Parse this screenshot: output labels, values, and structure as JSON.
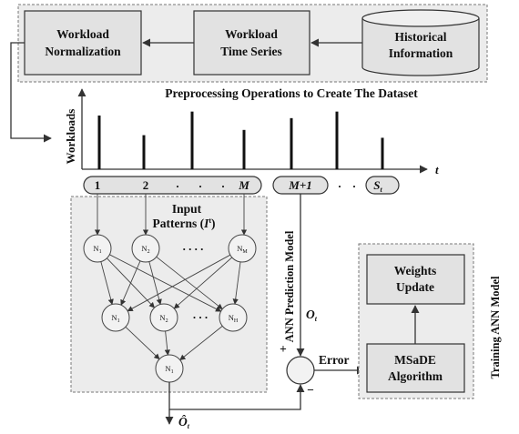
{
  "boxes": {
    "normalization": [
      "Workload",
      "Normalization"
    ],
    "time_series": [
      "Workload",
      "Time Series"
    ],
    "historical": [
      "Historical",
      "Information"
    ],
    "weights": [
      "Weights",
      "Update"
    ],
    "msade": [
      "MSaDE",
      "Algorithm"
    ]
  },
  "title": "Preprocessing Operations to Create The Dataset",
  "axis": {
    "y_label": "Workloads",
    "x_label": "t"
  },
  "bars": [
    0.82,
    0.52,
    0.88,
    0.6,
    0.78,
    0.82,
    0.88,
    0.48
  ],
  "sequence_left": [
    "1",
    "2",
    ".",
    ".",
    ".",
    "M"
  ],
  "sequence_right": [
    "M+1",
    ".",
    ".",
    "S",
    "t"
  ],
  "input_patterns": [
    "Input",
    "Patterns (",
    "I",
    "t",
    ")"
  ],
  "input_nodes": [
    {
      "base": "N",
      "sub": "1"
    },
    {
      "base": "N",
      "sub": "2"
    },
    {
      "base": "N",
      "sub": "M"
    }
  ],
  "hidden_nodes": [
    {
      "base": "N",
      "sub": "1"
    },
    {
      "base": "N",
      "sub": "2"
    },
    {
      "base": "N",
      "sub": "H"
    }
  ],
  "output_node": {
    "base": "N",
    "sub": "1"
  },
  "dots": ". . . .",
  "hidden_dots": ". . .",
  "ann_label": "ANN Prediction Model",
  "training_label": "Training ANN Model",
  "observed_label": {
    "base": "O",
    "sub": "t"
  },
  "predicted_label": {
    "base": "Ô",
    "sub": "t"
  },
  "error_label": "Error",
  "plus": "+",
  "minus": "−"
}
